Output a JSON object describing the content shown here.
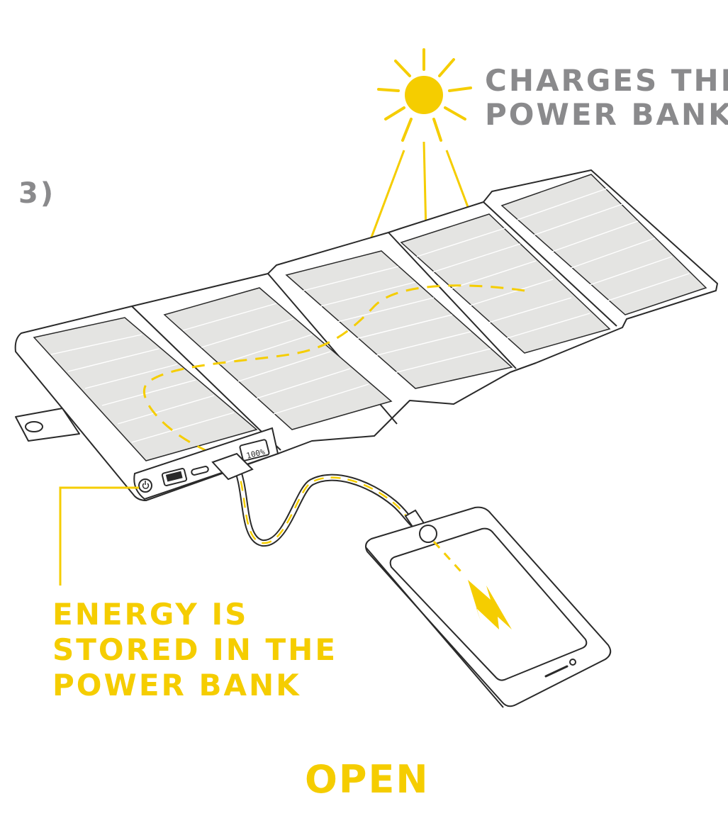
{
  "step": "3)",
  "headline": {
    "line1": "CHARGES THE",
    "line2": "POWER BANK"
  },
  "storage_label": {
    "line1": "ENERGY IS",
    "line2": "STORED IN THE",
    "line3": "POWER BANK"
  },
  "state": "OPEN",
  "battery_display": "100%",
  "colors": {
    "accent": "#f5cd00",
    "text_gray": "#8a8a8c",
    "outline": "#2a2a2a",
    "cell_fill": "#e4e4e2"
  }
}
